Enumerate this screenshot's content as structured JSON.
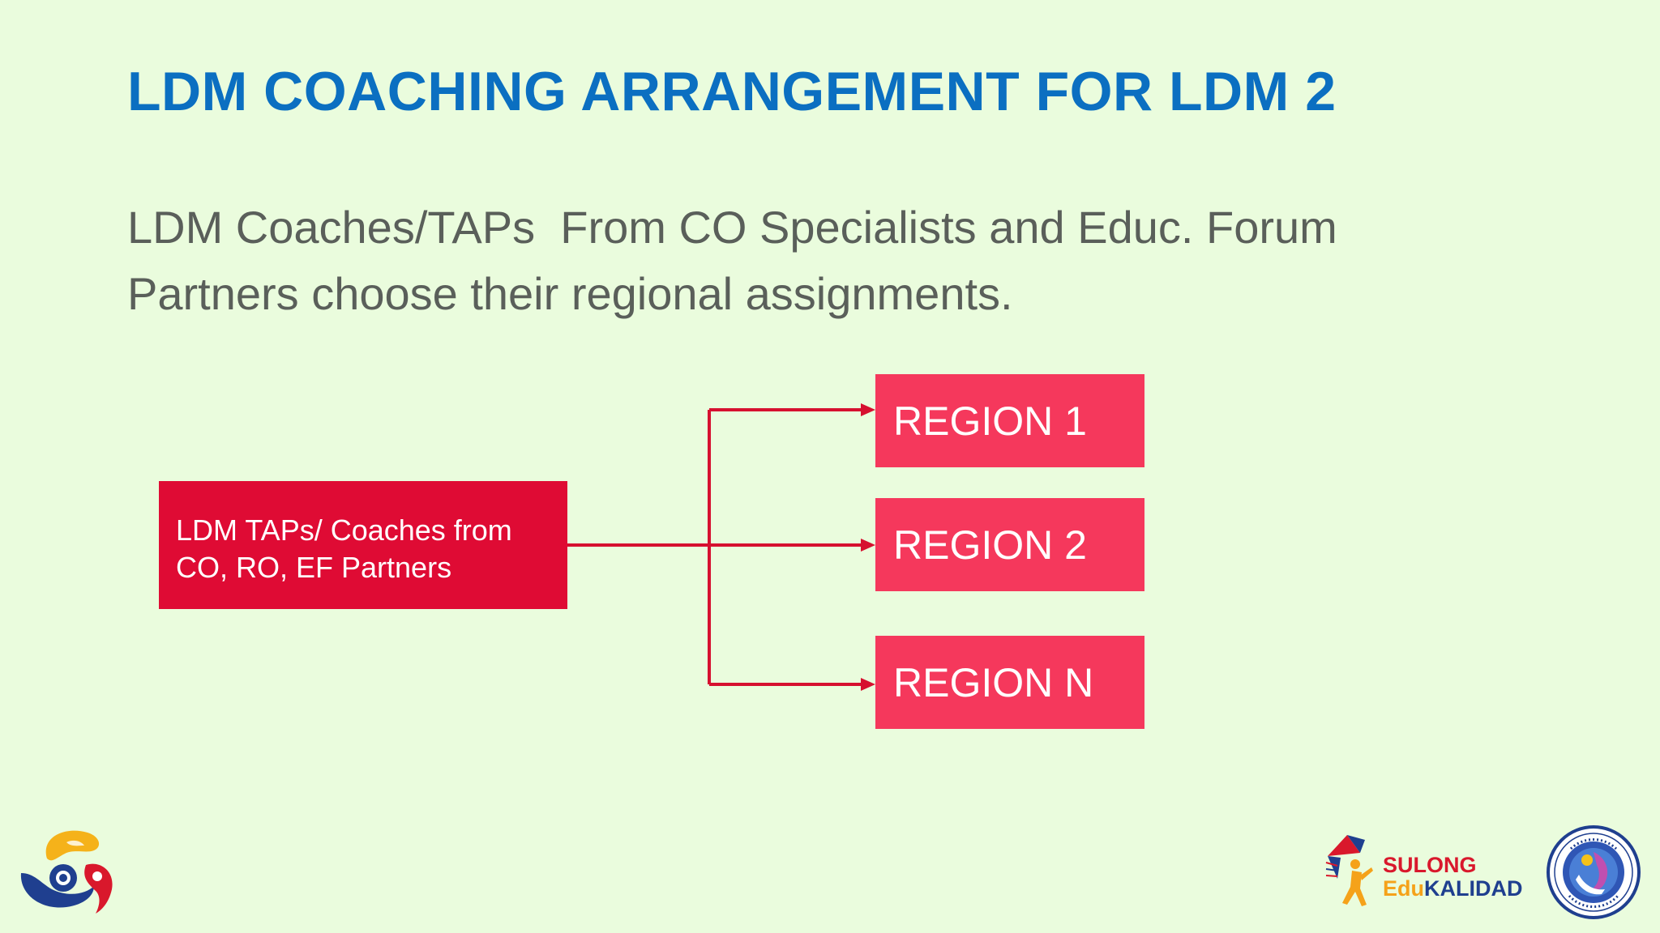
{
  "slide": {
    "title": "LDM COACHING ARRANGEMENT FOR LDM 2",
    "body_lines": [
      "LDM Coaches/TAPs  From CO Specialists and Educ. Forum",
      "Partners choose their regional assignments."
    ]
  },
  "diagram": {
    "source": {
      "lines": [
        "LDM TAPs/ Coaches from",
        "CO, RO, EF Partners"
      ]
    },
    "targets": [
      {
        "label": "REGION 1"
      },
      {
        "label": "REGION 2"
      },
      {
        "label": "REGION N"
      }
    ],
    "edges": [
      {
        "from": "source",
        "to": "REGION 1"
      },
      {
        "from": "source",
        "to": "REGION 2"
      },
      {
        "from": "source",
        "to": "REGION N"
      }
    ]
  },
  "footer": {
    "sulong_line1": "SULONG",
    "sulong_line2_prefix": "Edu",
    "sulong_line2_suffix": "KALIDAD"
  },
  "colors": {
    "background": "#eafcdd",
    "title": "#0b6fc1",
    "body_text": "#5a5f5a",
    "source_box": "#df0b34",
    "region_box": "#f5385c",
    "connector": "#d6102f"
  },
  "icons": [
    "deped-matatag-logo-icon",
    "sulong-edukalidad-logo-icon",
    "neap-seal-icon"
  ]
}
